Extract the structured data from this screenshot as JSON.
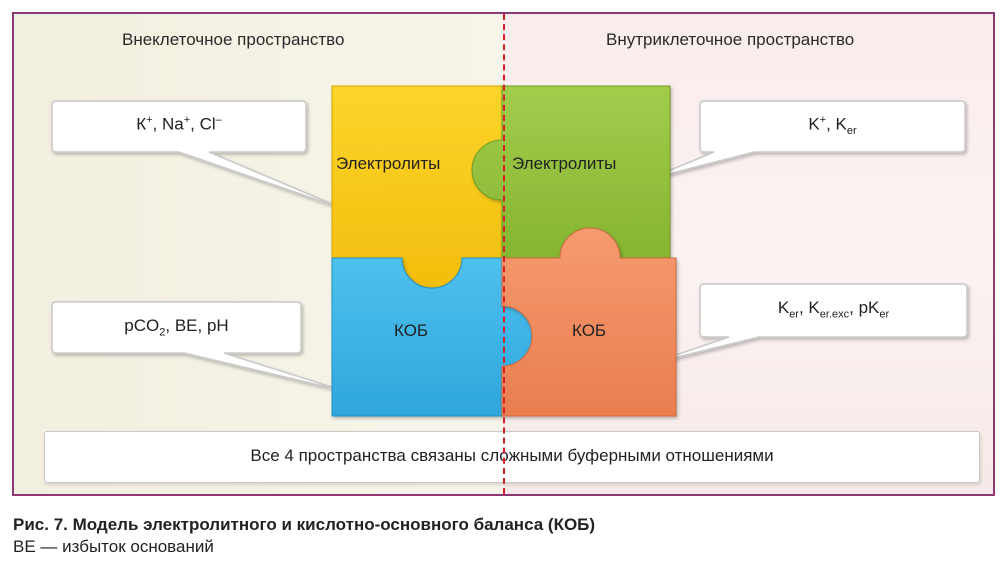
{
  "regions": {
    "extracellular": "Внеклеточное пространство",
    "intracellular": "Внутриклеточное пространство"
  },
  "pieces": {
    "top_left": "Электролиты",
    "top_right": "Электролиты",
    "bottom_left": "КОБ",
    "bottom_right": "КОБ"
  },
  "callouts": {
    "top_left": {
      "parts": [
        "К",
        "+",
        ", Na",
        "+",
        ", Cl",
        "–"
      ]
    },
    "top_right": {
      "parts": [
        "K",
        "+",
        ", K",
        "er"
      ]
    },
    "bottom_left": {
      "parts": [
        "pCO",
        "2",
        ", BE, pH"
      ]
    },
    "bottom_right": {
      "parts": [
        "K",
        "er",
        ", K",
        "er.exc",
        ", pK",
        "er"
      ]
    }
  },
  "footer": "Все 4 пространства связаны сложными буферными отношениями",
  "caption": {
    "title": "Рис. 7. Модель электролитного и кислотно-основного баланса (КОБ)",
    "note": "ВЕ — избыток оснований"
  },
  "colors": {
    "yellow": "#f7c817",
    "green": "#94c13d",
    "blue": "#3cb4e6",
    "orange": "#ef8a5c",
    "divider": "#d81f26"
  }
}
